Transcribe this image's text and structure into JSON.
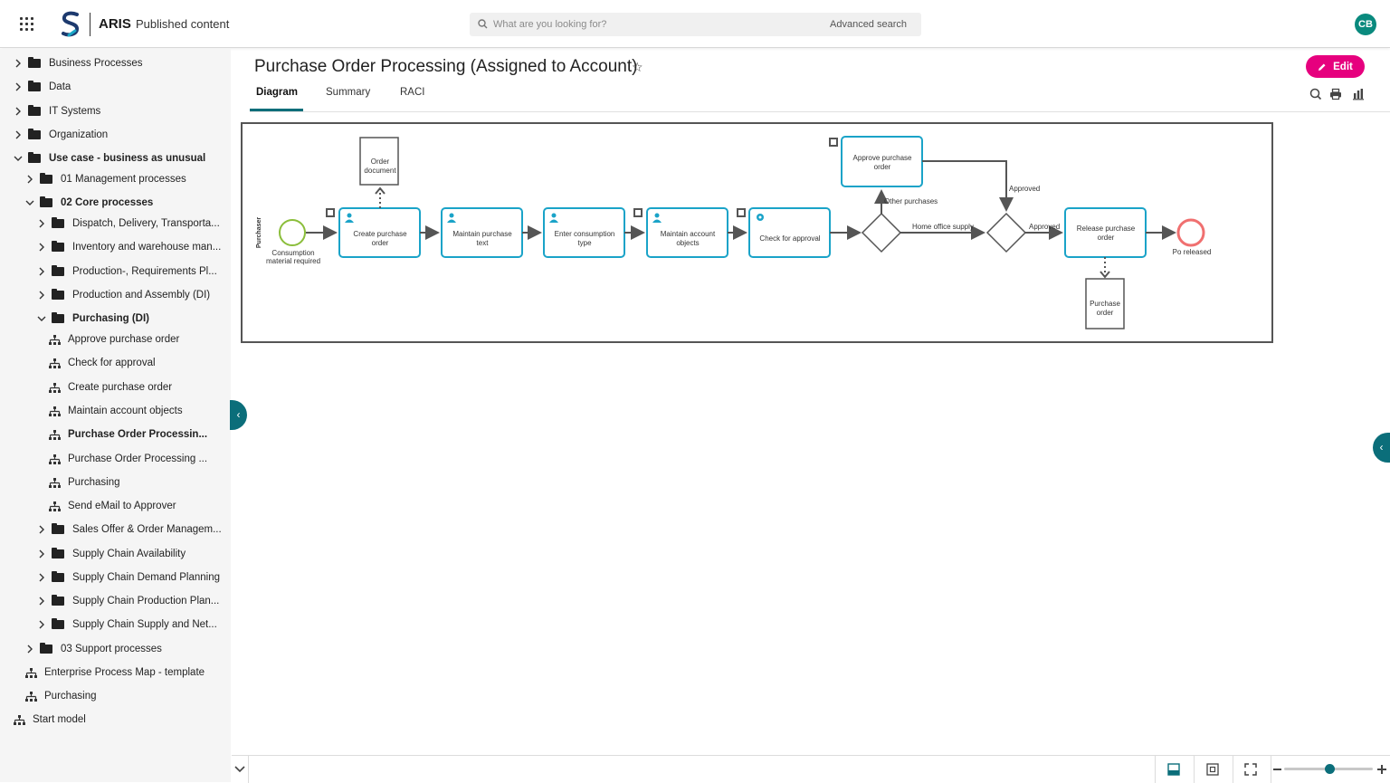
{
  "header": {
    "brand": "ARIS",
    "brand_sub": "Published content",
    "search_placeholder": "What are you looking for?",
    "advanced_search": "Advanced search",
    "avatar_initials": "CB",
    "accent_color": "#0b6e7a",
    "edit_color": "#e6007e"
  },
  "sidebar": {
    "items": [
      {
        "label": "Business Processes"
      },
      {
        "label": "Data"
      },
      {
        "label": "IT Systems"
      },
      {
        "label": "Organization"
      },
      {
        "label": "Use case - business as unusual"
      },
      {
        "label": "01 Management processes"
      },
      {
        "label": "02 Core processes"
      },
      {
        "label": "Dispatch, Delivery, Transporta..."
      },
      {
        "label": "Inventory and warehouse man..."
      },
      {
        "label": "Production-, Requirements Pl..."
      },
      {
        "label": "Production and Assembly (DI)"
      },
      {
        "label": "Purchasing (DI)"
      },
      {
        "label": "Approve purchase order"
      },
      {
        "label": "Check for approval"
      },
      {
        "label": "Create purchase order"
      },
      {
        "label": "Maintain account objects"
      },
      {
        "label": "Purchase Order Processin..."
      },
      {
        "label": "Purchase Order Processing ..."
      },
      {
        "label": "Purchasing"
      },
      {
        "label": "Send eMail to Approver"
      },
      {
        "label": "Sales Offer & Order Managem..."
      },
      {
        "label": "Supply Chain Availability"
      },
      {
        "label": "Supply Chain Demand Planning"
      },
      {
        "label": "Supply Chain Production Plan..."
      },
      {
        "label": "Supply Chain Supply and Net..."
      },
      {
        "label": "03 Support processes"
      },
      {
        "label": "Enterprise Process Map - template"
      },
      {
        "label": "Purchasing"
      },
      {
        "label": "Start model"
      }
    ]
  },
  "main": {
    "title": "Purchase Order Processing (Assigned to Account)",
    "edit_label": "Edit",
    "tabs": [
      {
        "label": "Diagram"
      },
      {
        "label": "Summary"
      },
      {
        "label": "RACI"
      }
    ]
  },
  "diagram": {
    "lane": "Purchaser",
    "start_event": "Consumption material required",
    "end_event": "Po released",
    "tasks": [
      {
        "label": "Create purchase order"
      },
      {
        "label": "Maintain purchase text"
      },
      {
        "label": "Enter consumption type"
      },
      {
        "label": "Maintain account objects"
      },
      {
        "label": "Check for approval"
      },
      {
        "label": "Approve purchase order"
      },
      {
        "label": "Release purchase order"
      }
    ],
    "documents": [
      {
        "label": "Order document"
      },
      {
        "label": "Purchase order"
      }
    ],
    "flow_labels": {
      "other_purchases": "Other purchases",
      "home_office_supply": "Home office supply",
      "approved_top": "Approved",
      "approved": "Approved"
    }
  }
}
